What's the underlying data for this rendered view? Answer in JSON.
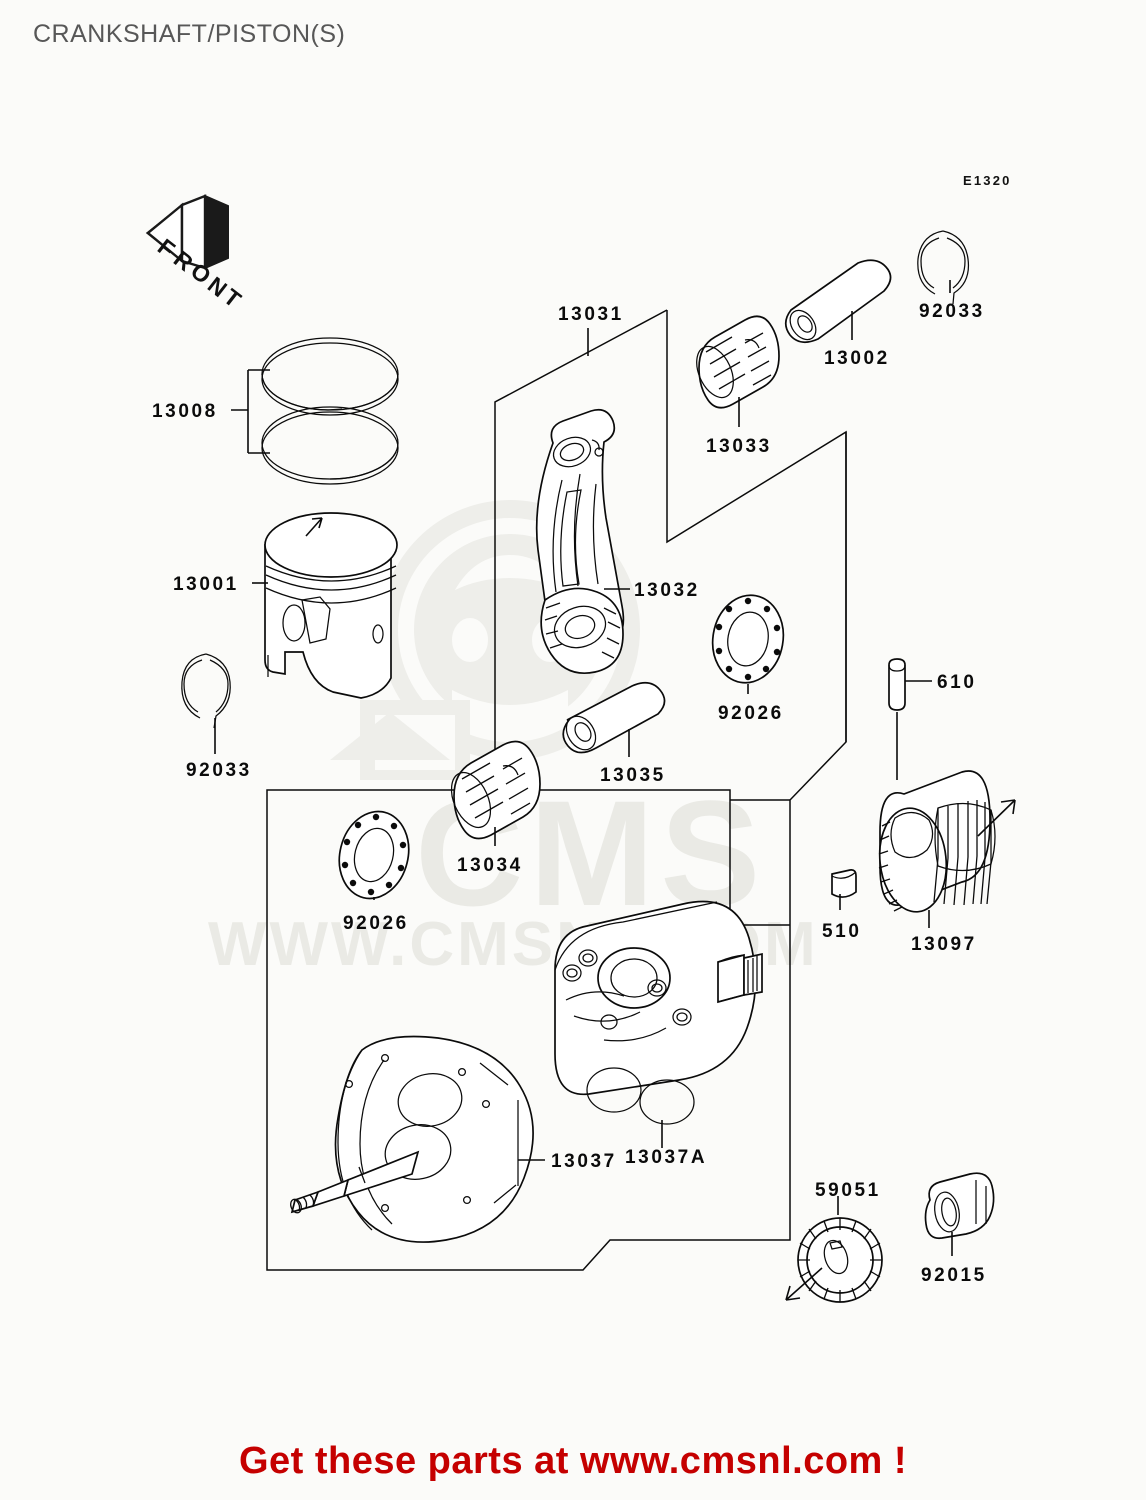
{
  "page": {
    "title": "CRANKSHAFT/PISTON(S)",
    "diagram_code": "E1320",
    "footer_cta": "Get these parts at www.cmsnl.com !",
    "front_marker": "FRONT",
    "watermark_main": "CMS",
    "watermark_sub": "WWW.CMSNL.COM",
    "bg_color": "#fbfbf9",
    "ink_color": "#0b0b0b",
    "title_color": "#575757",
    "cta_color": "#c50000",
    "watermark_color": "#eaeae5"
  },
  "callouts": {
    "rings": "13008",
    "piston": "13001",
    "circlip_left": "92033",
    "circlip_right": "92033",
    "piston_pin": "13002",
    "small_end_bearing": "13033",
    "conrod_group": "13031",
    "conrod": "13032",
    "crankpin": "13035",
    "washer_right": "92026",
    "washer_left": "92026",
    "big_end_bearing": "13034",
    "pin_610": "610",
    "key_510": "510",
    "gear_13097": "13097",
    "crank_web_left": "13037",
    "crank_web_right": "13037A",
    "gear_59051": "59051",
    "nut_92015": "92015"
  },
  "parts_list": [
    {
      "number": "13008",
      "name": "piston-ring-set"
    },
    {
      "number": "13001",
      "name": "piston"
    },
    {
      "number": "92033",
      "name": "snap-ring-piston-pin"
    },
    {
      "number": "13002",
      "name": "piston-pin"
    },
    {
      "number": "13033",
      "name": "small-end-needle-bearing"
    },
    {
      "number": "13031",
      "name": "crankshaft-assembly-group"
    },
    {
      "number": "13032",
      "name": "connecting-rod"
    },
    {
      "number": "13035",
      "name": "crank-pin"
    },
    {
      "number": "92026",
      "name": "thrust-washer"
    },
    {
      "number": "13034",
      "name": "big-end-needle-bearing"
    },
    {
      "number": "610",
      "name": "dowel-pin"
    },
    {
      "number": "510",
      "name": "woodruff-key"
    },
    {
      "number": "13097",
      "name": "primary-drive-gear"
    },
    {
      "number": "13037",
      "name": "crank-web-left"
    },
    {
      "number": "13037A",
      "name": "crank-web-right"
    },
    {
      "number": "59051",
      "name": "oil-pump-drive-gear"
    },
    {
      "number": "92015",
      "name": "nut"
    }
  ]
}
